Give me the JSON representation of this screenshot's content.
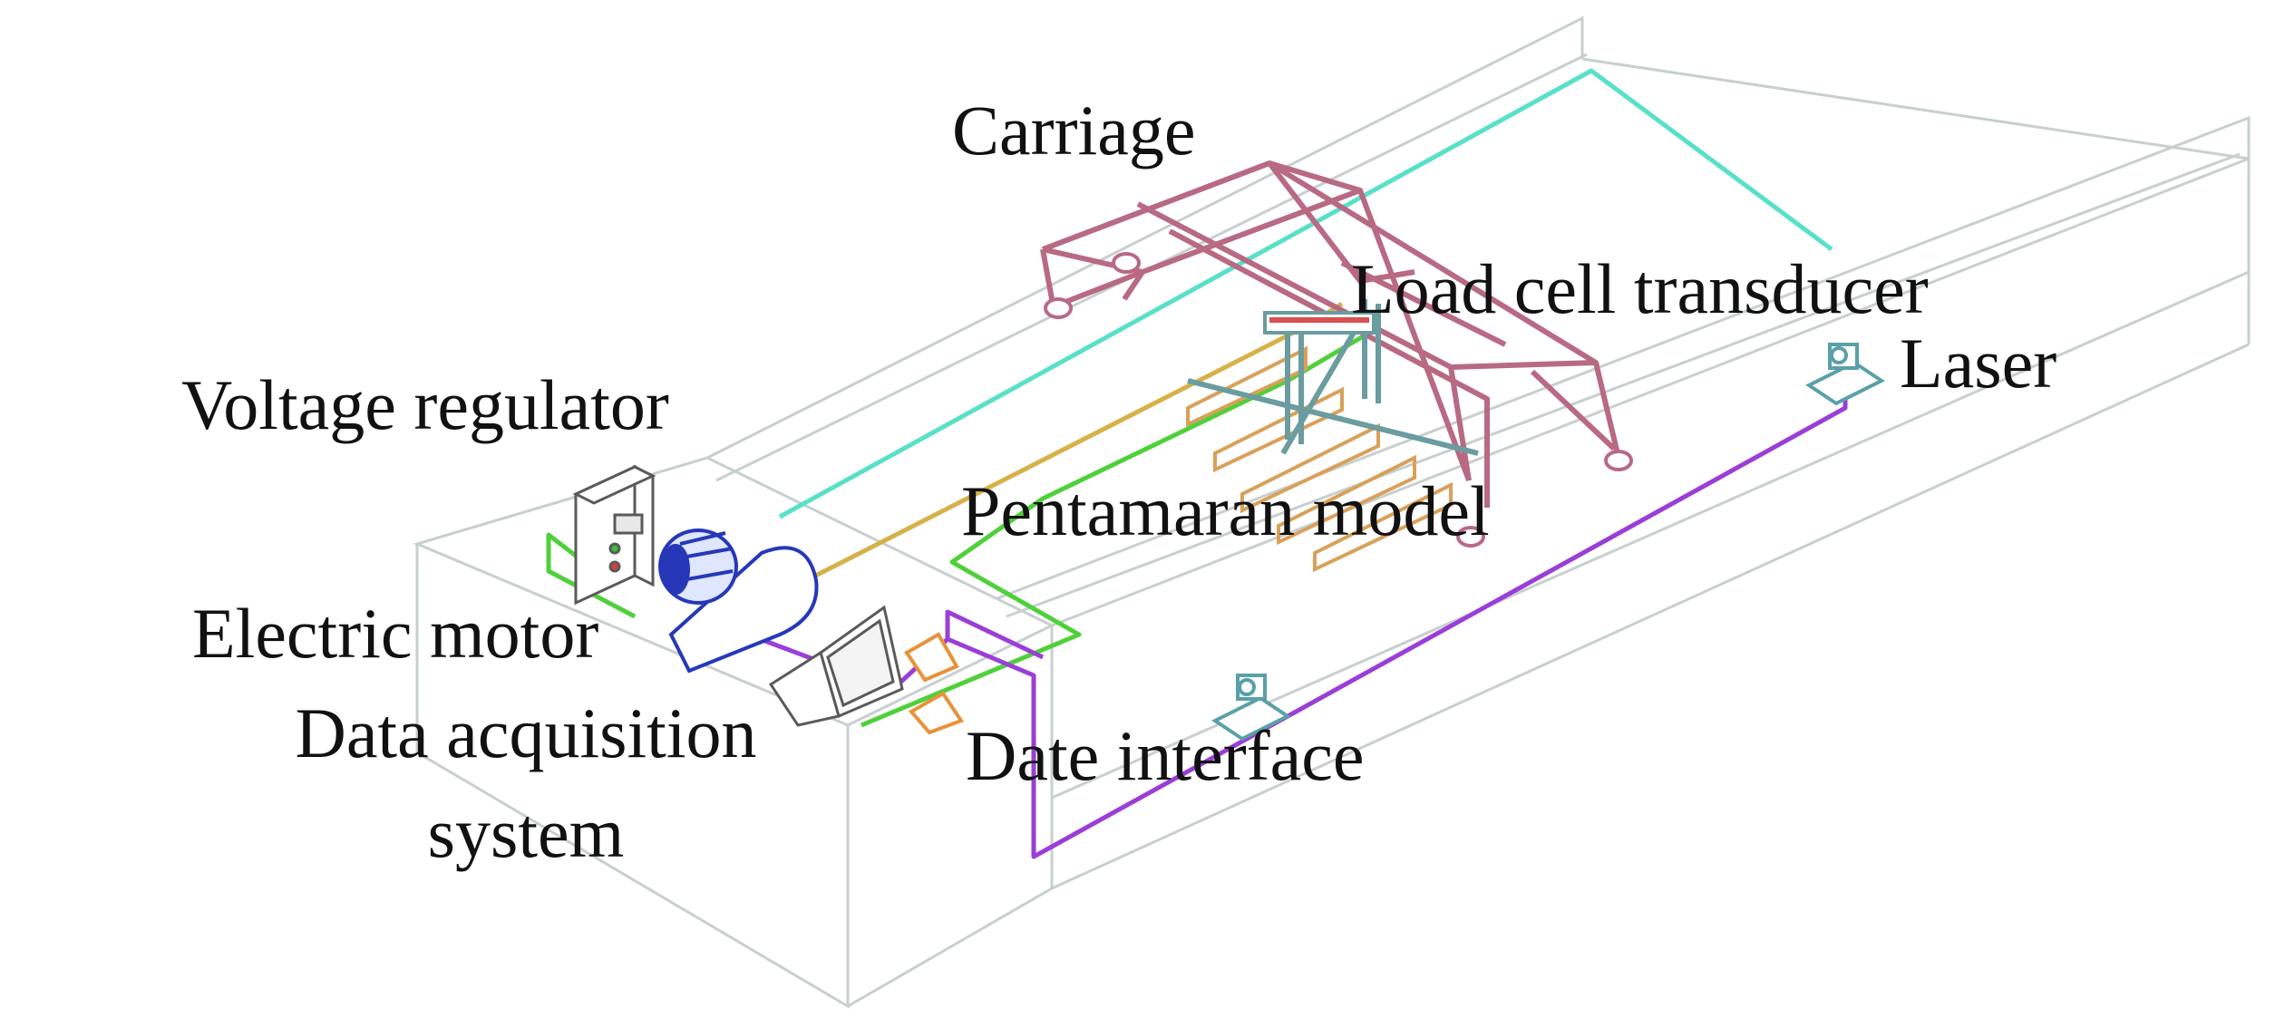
{
  "labels": {
    "carriage": "Carriage",
    "load_cell": "Load cell transducer",
    "laser": "Laser",
    "voltage_regulator": "Voltage regulator",
    "pentamaran": "Pentamaran model",
    "electric_motor": "Electric motor",
    "daq_line1": "Data acquisition",
    "daq_line2": "system",
    "date_interface": "Date interface"
  },
  "colors": {
    "tank_outline": "#c8cfcf",
    "rail": "#cfd4d4",
    "carriage_frame": "#b86a82",
    "cyan_wire": "#58e0c8",
    "green_wire": "#4fd03a",
    "yellow_wire": "#d6b14a",
    "purple_wire": "#9a3ed8",
    "model_hull": "#d9a05a",
    "beam": "#6a9ca0",
    "motor": "#2638b8",
    "equipment": "#5a5a5a",
    "laser_unit": "#5aa0a8",
    "interface": "#e8923a"
  }
}
